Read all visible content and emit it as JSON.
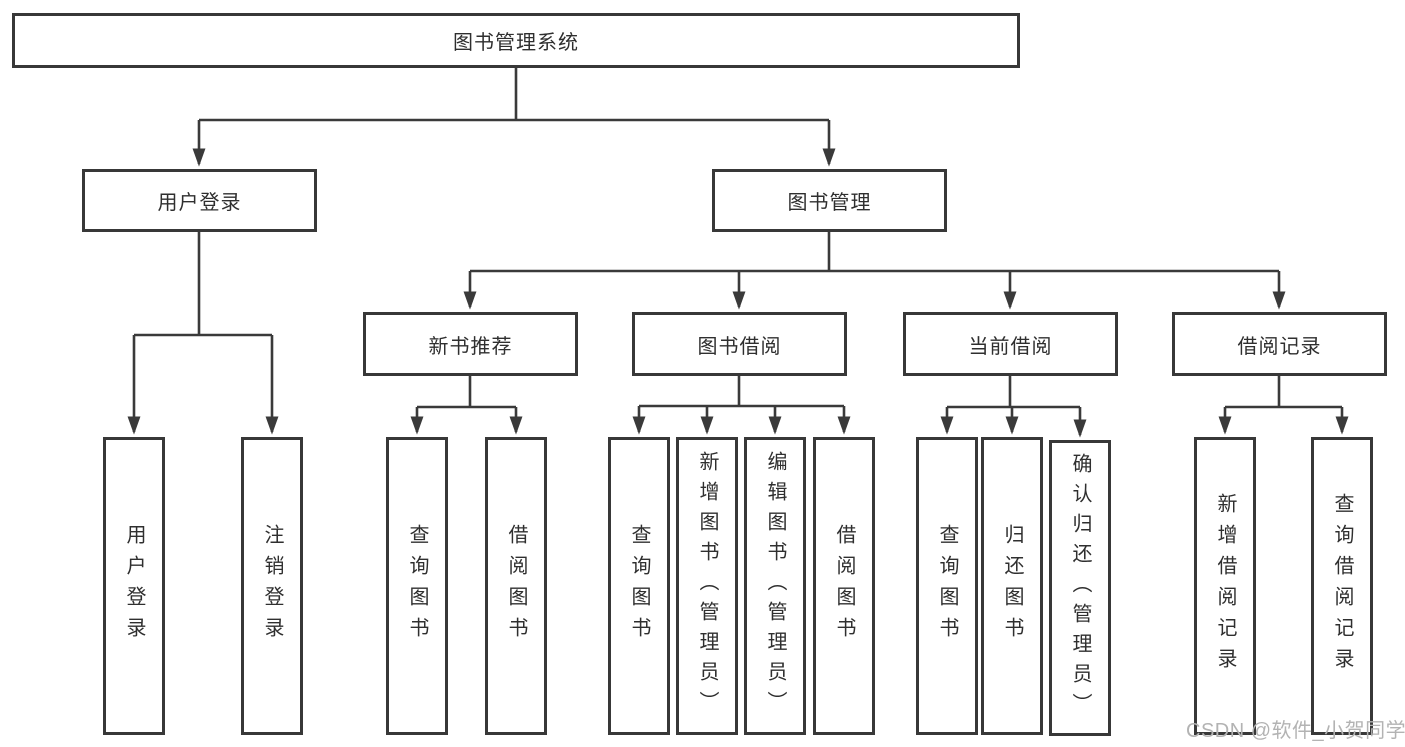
{
  "title": "图书管理系统",
  "nodes": {
    "root": {
      "label": "图书管理系统"
    },
    "user_login": {
      "label": "用户登录"
    },
    "book_management": {
      "label": "图书管理"
    },
    "new_book_recommend": {
      "label": "新书推荐"
    },
    "book_borrow": {
      "label": "图书借阅"
    },
    "current_borrow": {
      "label": "当前借阅"
    },
    "borrow_records": {
      "label": "借阅记录"
    },
    "user_login_children": [
      {
        "label": "用户登录"
      },
      {
        "label": "注销登录"
      }
    ],
    "new_book_recommend_children": [
      {
        "label": "查询图书"
      },
      {
        "label": "借阅图书"
      }
    ],
    "book_borrow_children": [
      {
        "label": "查询图书"
      },
      {
        "label": "新增图书（管理员）"
      },
      {
        "label": "编辑图书（管理员）"
      },
      {
        "label": "借阅图书"
      }
    ],
    "current_borrow_children": [
      {
        "label": "查询图书"
      },
      {
        "label": "归还图书"
      },
      {
        "label": "确认归还（管理员）"
      }
    ],
    "borrow_records_children": [
      {
        "label": "新增借阅记录"
      },
      {
        "label": "查询借阅记录"
      }
    ]
  },
  "watermark": "CSDN @软件_小贺同学",
  "colors": {
    "line": "#3a3a3a",
    "box_border": "#383838",
    "box_fill": "#ffffff",
    "text": "#2f2f2f",
    "watermark": "#b3b3b3"
  }
}
